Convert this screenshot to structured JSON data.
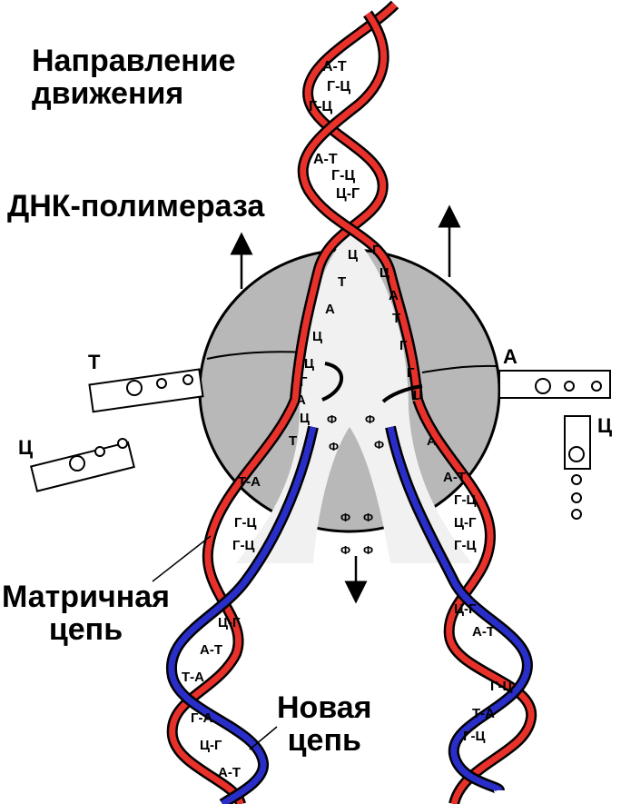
{
  "labels": {
    "direction_line1": "Направление",
    "direction_line2": "движения",
    "polymerase": "ДНК-полимераза",
    "template_line1": "Матричная",
    "template_line2": "цепь",
    "new_line1": "Новая",
    "new_line2": "цепь"
  },
  "nucleotides": {
    "left_top": "Т",
    "left_bottom": "Ц",
    "right_top": "А",
    "right_bottom": "Ц",
    "phosphate": "Ф"
  },
  "base_pairs": {
    "top_helix": [
      "А-Т",
      "Г-Ц",
      "Г-Ц",
      "А-Т",
      "Г-Ц",
      "Ц-Г"
    ],
    "fork_left": [
      "Ц",
      "Т",
      "А",
      "Ц",
      "Ц",
      "Г",
      "А",
      "Ц",
      "Т"
    ],
    "fork_right": [
      "Г",
      "Ц",
      "А",
      "Т",
      "Г",
      "Г",
      "Ц",
      "Т",
      "А"
    ],
    "lower_left": [
      "Т-А",
      "Г-Ц",
      "Г-Ц",
      "Ц-Г",
      "А-Т",
      "Т-А",
      "Г-А",
      "Ц-Г",
      "А-Т"
    ],
    "lower_right": [
      "А-Т",
      "Г-Ц",
      "Ц-Г",
      "Г-Ц",
      "Ц-Г",
      "А-Т",
      "Г-Ц",
      "Т-А",
      "Г-Ц"
    ]
  },
  "colors": {
    "parent_strand": "#e8312a",
    "new_strand": "#2a2ec9",
    "enzyme": "#b5b5b5",
    "outline": "#000000"
  }
}
